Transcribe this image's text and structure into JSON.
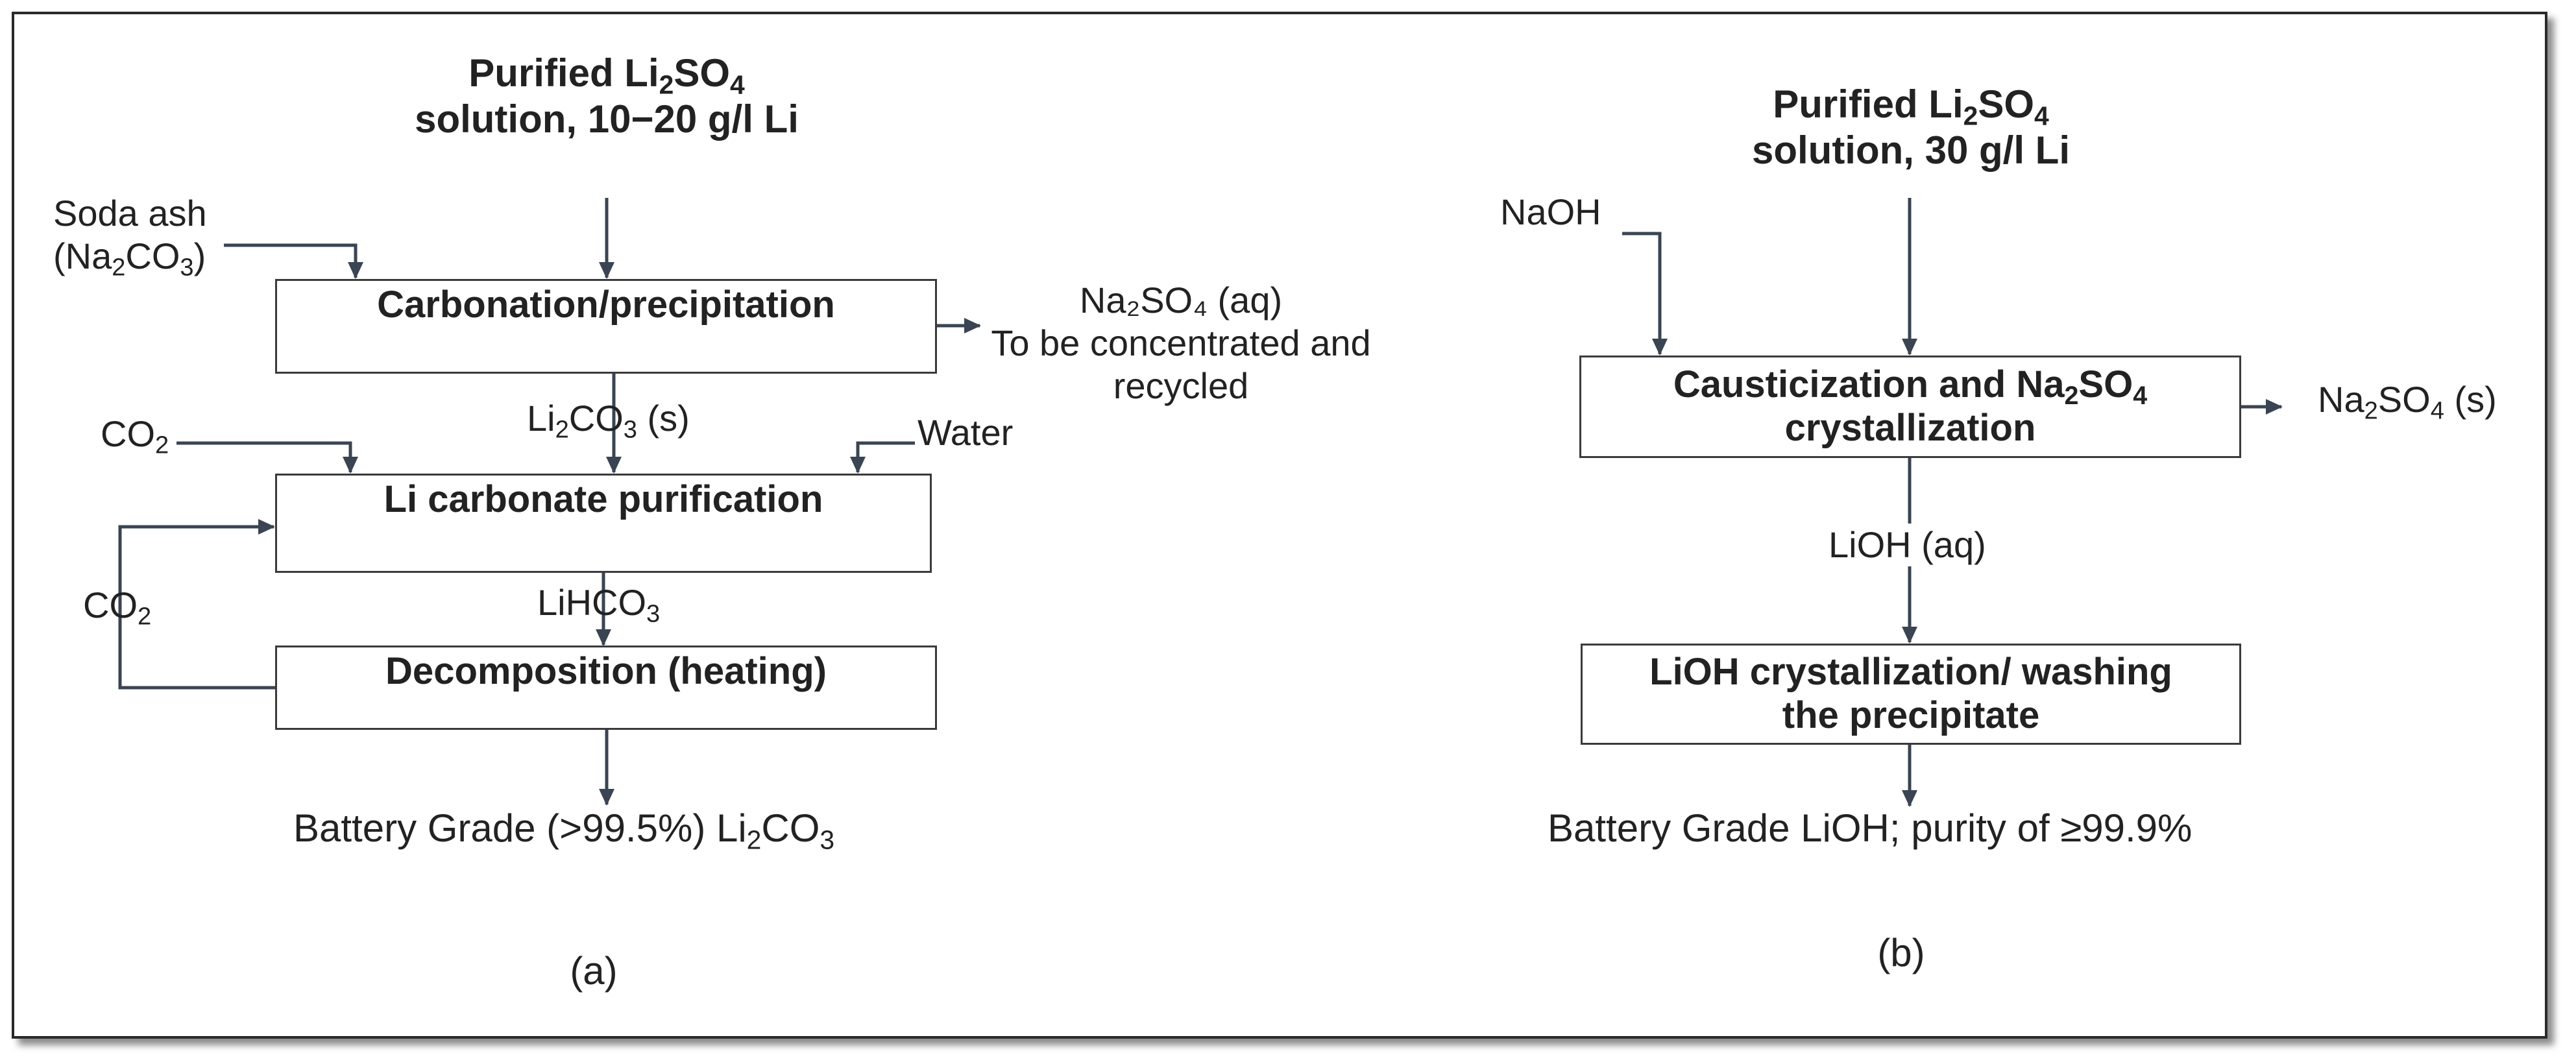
{
  "panel_a": {
    "feed": {
      "line1": "Purified Li",
      "s1": "2",
      "mid": "SO",
      "s2": "4",
      "line2": "solution, 10−20 g/l Li"
    },
    "soda": {
      "line1": "Soda ash",
      "open": "(Na",
      "s1": "2",
      "mid": "CO",
      "s2": "3",
      "close": ")"
    },
    "box1": "Carbonation/precipitation",
    "na2so4": {
      "line1": "Na₂SO₄ (aq)",
      "line2": "To be concentrated and",
      "line3": "recycled"
    },
    "li2co3s": {
      "a": "Li",
      "s1": "2",
      "b": "CO",
      "s2": "3",
      "c": " (s)"
    },
    "co2_left": {
      "a": "CO",
      "s": "2"
    },
    "water": "Water",
    "box2": "Li carbonate purification",
    "co2_loop": {
      "a": "CO",
      "s": "2"
    },
    "lihco3": {
      "a": "LiHCO",
      "s": "3"
    },
    "box3": "Decomposition (heating)",
    "product": {
      "a": "Battery Grade (>99.5%) Li",
      "s1": "2",
      "b": "CO",
      "s2": "3"
    },
    "caption": "(a)"
  },
  "panel_b": {
    "feed": {
      "line1": "Purified Li",
      "s1": "2",
      "mid": "SO",
      "s2": "4",
      "line2": "solution, 30 g/l Li"
    },
    "naoh": "NaOH",
    "box1": {
      "a": "Causticization and Na",
      "s1": "2",
      "b": "SO",
      "s2": "4",
      "line2": "crystallization"
    },
    "na2so4s": {
      "a": "Na",
      "s1": "2",
      "b": "SO",
      "s2": "4",
      "c": " (s)"
    },
    "lioh_aq": "LiOH (aq)",
    "box2": {
      "line1": "LiOH crystallization/ washing",
      "line2": "the precipitate"
    },
    "product": "Battery Grade LiOH; purity of ≥99.9%",
    "caption": "(b)"
  },
  "colors": {
    "line": "#3a4452",
    "text": "#222222",
    "border": "#2a2a2a"
  }
}
